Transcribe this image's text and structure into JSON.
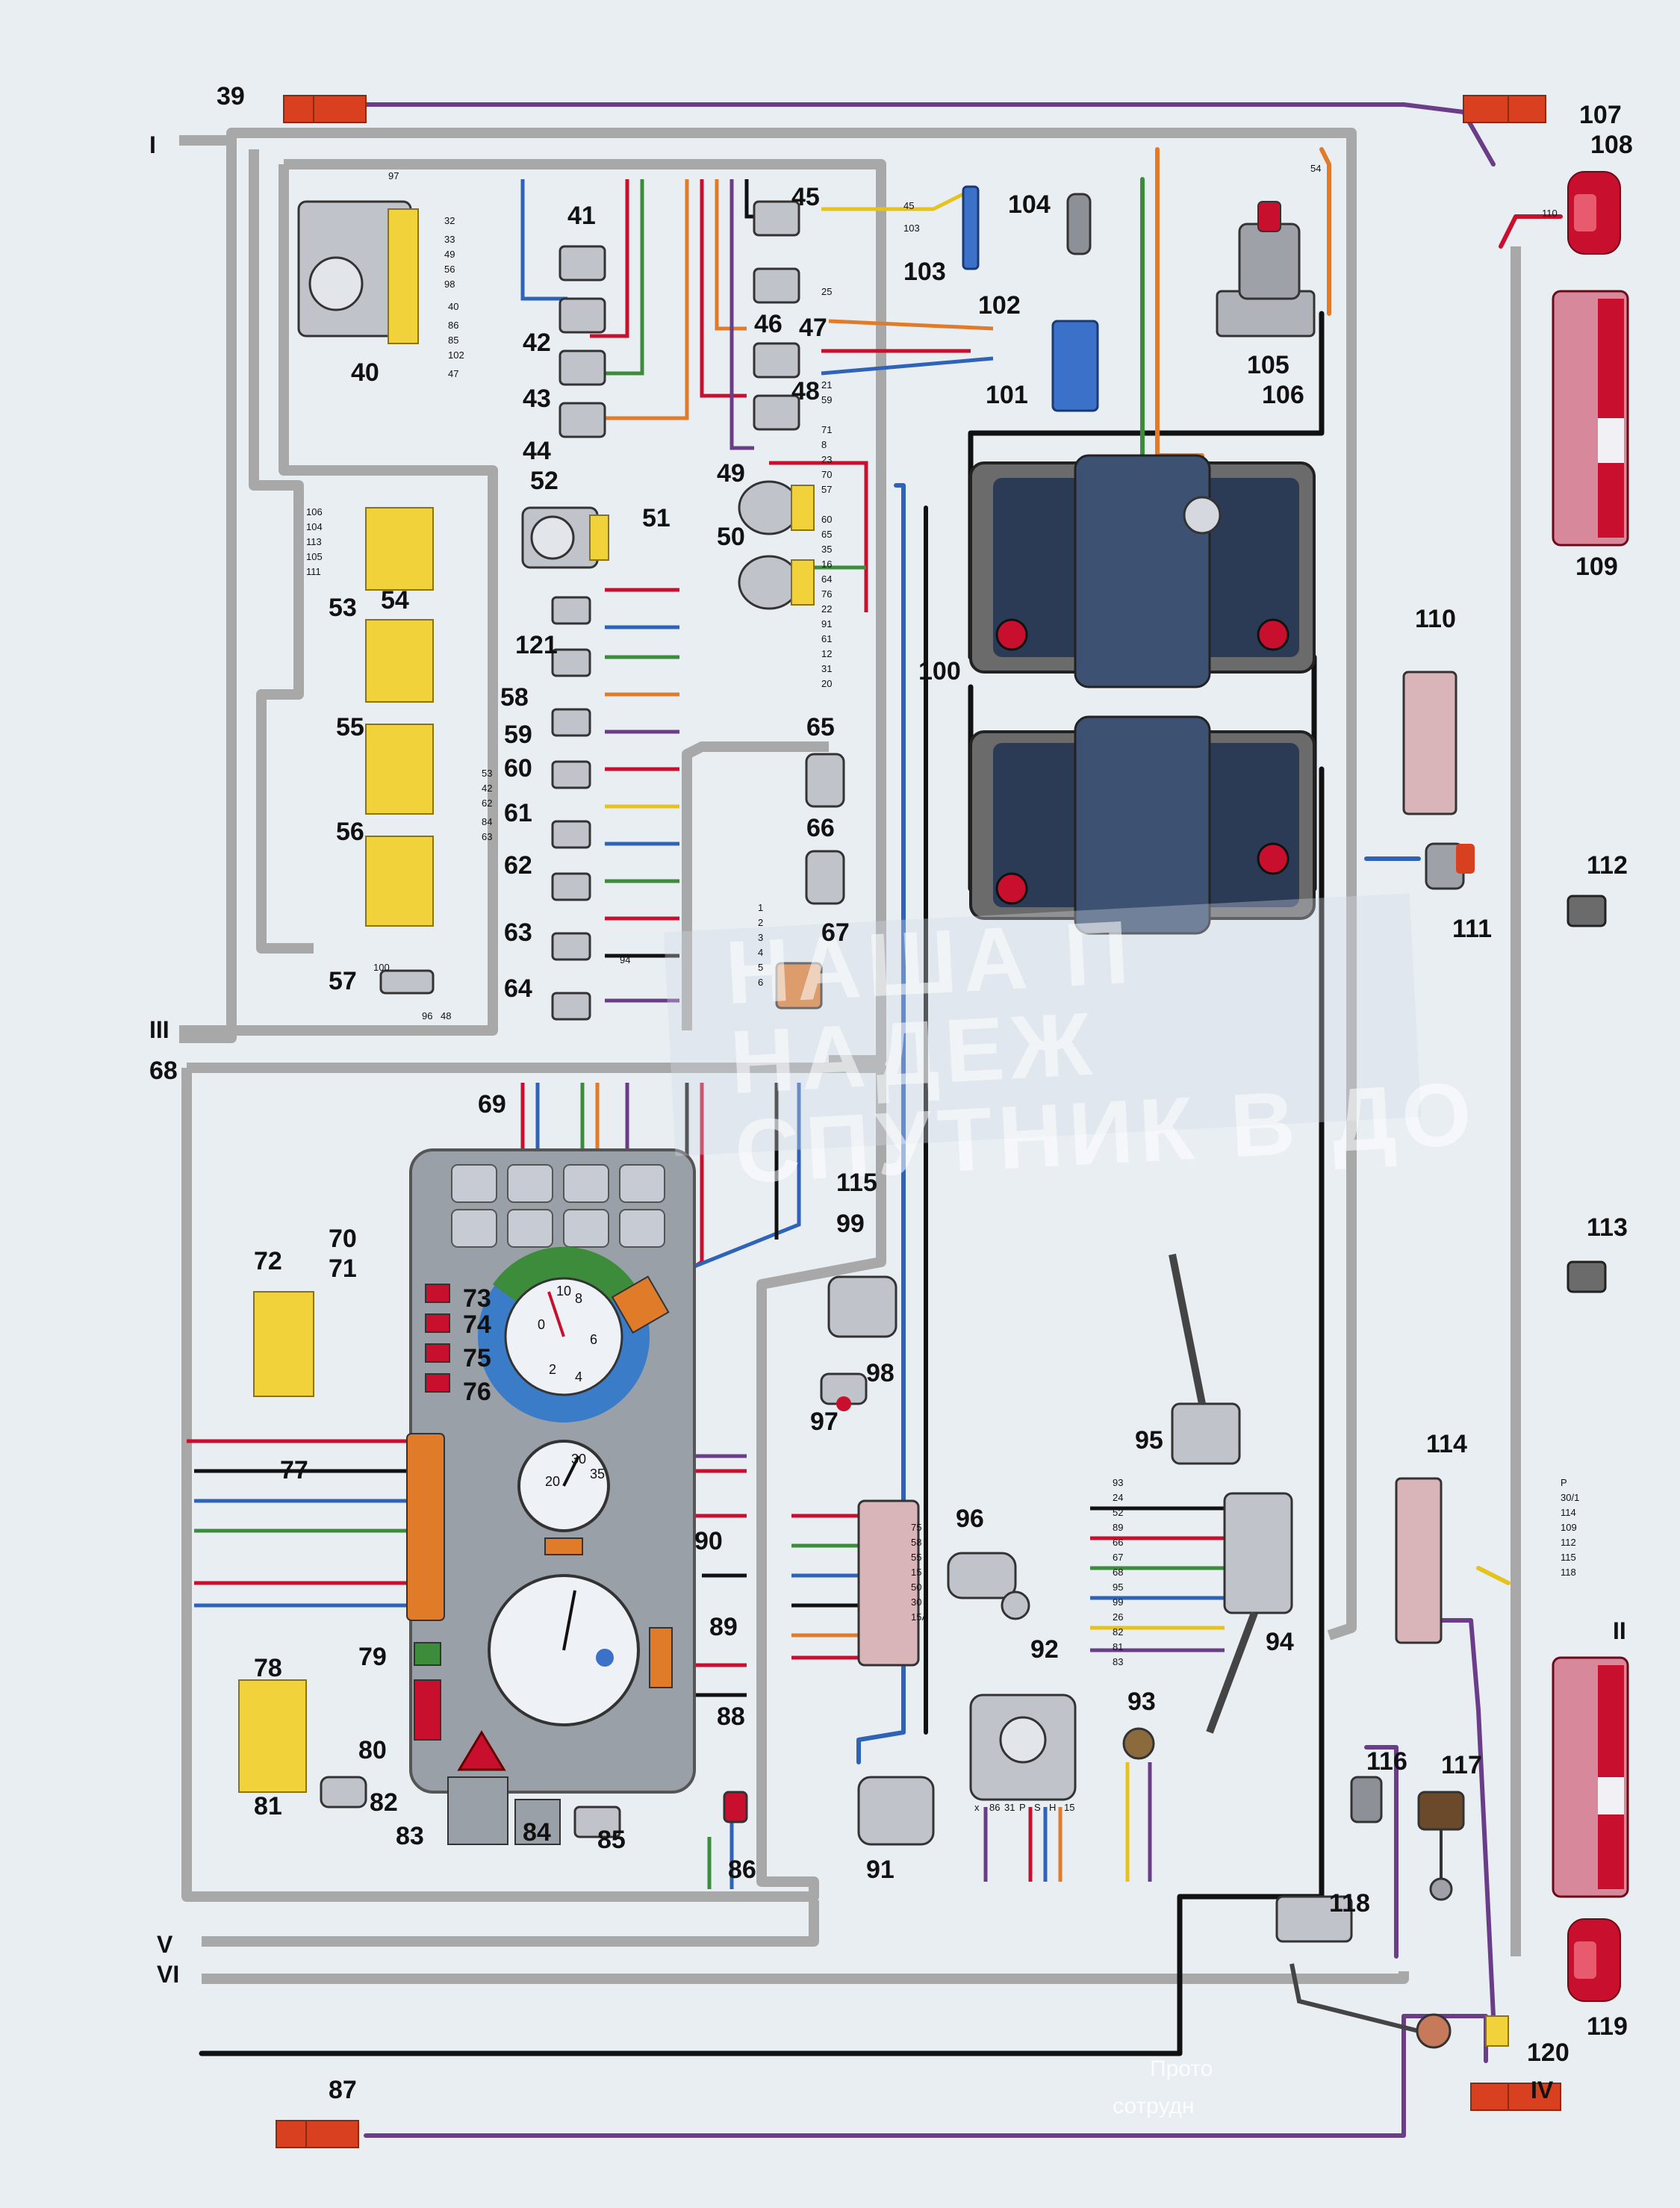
{
  "callouts": [
    "39",
    "107",
    "108",
    "I",
    "40",
    "41",
    "42",
    "43",
    "44",
    "45",
    "46",
    "47",
    "48",
    "103",
    "104",
    "102",
    "101",
    "105",
    "106",
    "109",
    "52",
    "51",
    "49",
    "50",
    "53",
    "54",
    "55",
    "56",
    "57",
    "121",
    "58",
    "59",
    "60",
    "61",
    "62",
    "63",
    "64",
    "65",
    "66",
    "67",
    "100",
    "110",
    "111",
    "112",
    "113",
    "114",
    "II",
    "III",
    "68",
    "69",
    "70",
    "71",
    "72",
    "73",
    "74",
    "75",
    "76",
    "77",
    "78",
    "79",
    "80",
    "81",
    "82",
    "83",
    "84",
    "85",
    "86",
    "87",
    "88",
    "89",
    "90",
    "91",
    "92",
    "93",
    "94",
    "95",
    "96",
    "97",
    "98",
    "99",
    "115",
    "116",
    "117",
    "118",
    "119",
    "120",
    "IV",
    "V",
    "VI"
  ],
  "wire_numbers": [
    "32",
    "33",
    "49",
    "56",
    "98",
    "40",
    "86",
    "85",
    "102",
    "47",
    "53",
    "42",
    "62",
    "84",
    "63",
    "110",
    "106",
    "104",
    "113",
    "105",
    "111",
    "54",
    "94",
    "96",
    "48",
    "100",
    "97",
    "103",
    "45",
    "25",
    "21",
    "59",
    "71",
    "8",
    "23",
    "70",
    "57",
    "60",
    "65",
    "35",
    "16",
    "64",
    "76",
    "22",
    "91",
    "61",
    "12",
    "31",
    "20",
    "75",
    "58",
    "55",
    "15",
    "50",
    "30",
    "15A",
    "P",
    "30/1",
    "114",
    "109",
    "112",
    "115",
    "118",
    "93",
    "24",
    "52",
    "89",
    "66",
    "67",
    "68",
    "95",
    "99",
    "26",
    "82",
    "81",
    "83",
    "1",
    "2",
    "3",
    "4",
    "5",
    "6"
  ],
  "terminal_codes": [
    "x",
    "86",
    "31",
    "P",
    "S",
    "H",
    "15"
  ],
  "gauge_numbers": [
    "0",
    "2",
    "4",
    "6",
    "8",
    "10",
    "20",
    "30",
    "35"
  ],
  "overlay_text": {
    "wm1": "НАША П",
    "wm2": "НАДЕЖ",
    "wm3": "СПУТНИК В ДО",
    "bottom1": "Прото",
    "bottom2": "сотрудн"
  },
  "colors": {
    "background": "#e9eef3",
    "harness": "#a8a8a8",
    "fuse_red": "#d9401f",
    "battery_body": "#2b3a55",
    "connector_yellow": "#f1d23b",
    "lamp_red": "#c8102e",
    "wire_purple": "#6a3d88",
    "wire_black": "#111111"
  }
}
